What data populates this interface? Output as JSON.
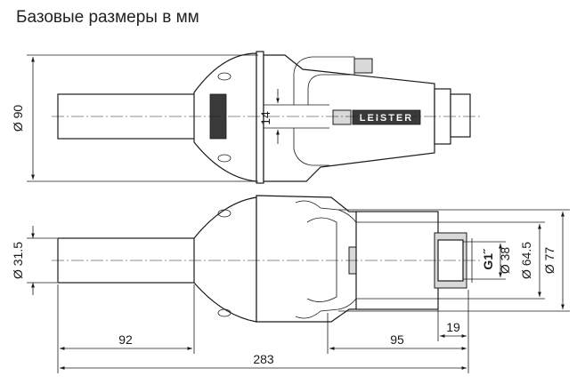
{
  "title": "Базовые размеры в мм",
  "brand": "LEISTER",
  "dimensions": {
    "d90": "Ø 90",
    "gap14": "14",
    "d31_5": "Ø 31.5",
    "l92": "92",
    "l95": "95",
    "l19": "19",
    "l283": "283",
    "thread": "G1˝",
    "d38": "Ø 38",
    "d64_5": "Ø 64.5",
    "d77": "Ø 77"
  }
}
